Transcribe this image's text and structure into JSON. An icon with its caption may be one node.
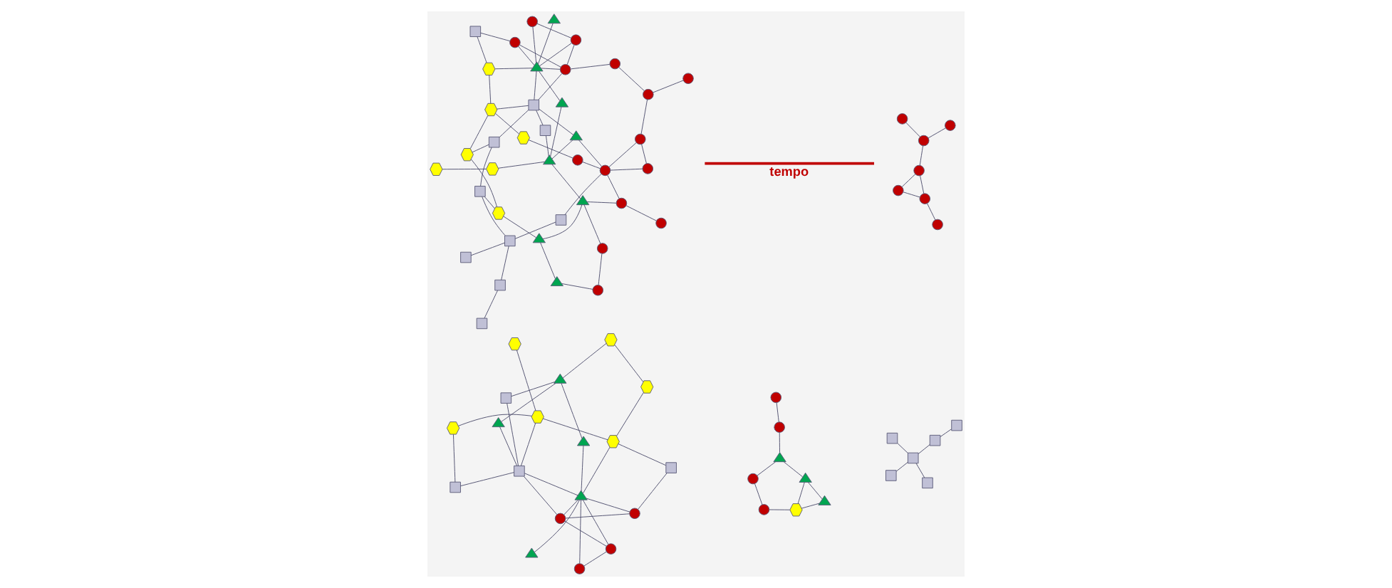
{
  "diagram": {
    "nodes": [
      {
        "text": [],
        "shape": "circle"
      },
      {
        "text": [],
        "shape": "circle"
      },
      {
        "text": [],
        "shape": "circle"
      },
      {
        "text": [],
        "shape": "circle"
      },
      {
        "text": [],
        "shape": "circle"
      },
      {
        "text": [],
        "shape": "circle"
      },
      {
        "text": [],
        "shape": "circle"
      },
      {
        "text": [],
        "shape": "box"
      },
      {
        "text": [],
        "shape": "box"
      },
      {
        "text": [],
        "shape": "box"
      },
      {
        "text": [],
        "shape": "box"
      },
      {
        "text": [],
        "shape": "box"
      },
      {
        "text": [],
        "shape": "box"
      },
      {
        "text": [],
        "shape": "triangle"
      },
      {
        "text": [],
        "shape": "hexagon"
      },
      {
        "text": [],
        "shape": "hexagon"
      },
      {
        "text": [],
        "shape": "hexagon"
      },
      {
        "text": [],
        "shape": "box"
      },
      {
        "text": [],
        "shape": "box"
      },
      {
        "text": [],
        "shape": "circle"
      },
      {
        "text": [],
        "shape": "circle"
      },
      {
        "text": [],
        "shape": "circle"
      },
      {
        "text": [],
        "shape": "circle"
      },
      {
        "text": [],
        "shape": "box"
      },
      {
        "text": [],
        "shape": "triangle"
      },
      {
        "text": [],
        "shape": "triangle"
      },
      {
        "text": [],
        "shape": "hexagon"
      },
      {
        "text": [],
        "shape": "hexagon"
      },
      {
        "text": [],
        "shape": "hexagon"
      },
      {
        "text": [],
        "shape": "box"
      },
      {
        "text": [],
        "shape": "triangle"
      },
      {
        "text": [],
        "shape": "triangle"
      },
      {
        "text": [],
        "shape": "circle"
      },
      {
        "text": [],
        "shape": "circle"
      },
      {
        "text": [],
        "shape": "circle"
      },
      {
        "text": [],
        "shape": "circle"
      },
      {
        "text": [],
        "shape": "hexagon"
      },
      {
        "text": [],
        "shape": "triangle"
      },
      {
        "text": [],
        "shape": "triangle"
      },
      {
        "text": [],
        "shape": "triangle"
      },
      {
        "text": [],
        "shape": "box"
      },
      {
        "text": [],
        "shape": "box"
      },
      {
        "text": [],
        "shape": "circle"
      },
      {
        "text": [],
        "shape": "box"
      },
      {
        "text": [],
        "shape": "circle"
      },
      {
        "text": [],
        "shape": "box"
      },
      {
        "text": [],
        "shape": "circle"
      },
      {
        "text": [],
        "shape": "circle"
      },
      {
        "text": [],
        "shape": "circle"
      },
      {
        "text": [],
        "shape": "circle"
      },
      {
        "text": [],
        "shape": "box"
      },
      {
        "text": [],
        "shape": "hexagon"
      },
      {
        "text": [],
        "shape": "hexagon"
      },
      {
        "text": [],
        "shape": "circle"
      },
      {
        "text": [],
        "shape": "triangle"
      },
      {
        "text": [],
        "shape": "hexagon"
      },
      {
        "text": [],
        "shape": "box"
      },
      {
        "text": [],
        "shape": "circle"
      },
      {
        "text": [],
        "shape": "box"
      },
      {
        "text": [],
        "shape": "box"
      },
      {
        "text": [],
        "shape": "circle"
      },
      {
        "text": [],
        "shape": "circle"
      },
      {
        "text": [],
        "shape": "box"
      },
      {
        "text": [],
        "shape": "circle"
      },
      {
        "text": [],
        "shape": "circle"
      },
      {
        "text": [],
        "shape": "circle"
      },
      {
        "text": [],
        "shape": "circle"
      },
      {
        "text": [],
        "shape": "hexagon"
      },
      {
        "text": [],
        "shape": "hexagon"
      },
      {
        "text": [],
        "shape": "triangle"
      },
      {
        "text": [],
        "shape": "triangle"
      },
      {
        "text": [],
        "shape": "circle"
      },
      {
        "text": [],
        "shape": "hexagon"
      },
      {
        "text": [],
        "shape": "box"
      },
      {
        "text": [],
        "shape": "hexagon"
      },
      {
        "text": [],
        "shape": "triangle"
      },
      {
        "text": [],
        "shape": "triangle"
      },
      {
        "text": [],
        "shape": "triangle"
      },
      {
        "text": [],
        "shape": "triangle"
      },
      {
        "text": [],
        "shape": "triangle"
      }
    ],
    "edges": [
      {
        "from": 0,
        "to": 1,
        "arrow": "none"
      },
      {
        "from": 0,
        "to": 2,
        "arrow": "none"
      },
      {
        "from": 2,
        "to": 1,
        "arrow": "none"
      },
      {
        "from": 1,
        "to": 6,
        "arrow": "none"
      },
      {
        "from": 2,
        "to": 4,
        "arrow": "none"
      },
      {
        "from": 3,
        "to": 4,
        "arrow": "none"
      },
      {
        "from": 4,
        "to": 5,
        "arrow": "none"
      },
      {
        "from": 7,
        "to": 8,
        "arrow": "none"
      },
      {
        "from": 8,
        "to": 9,
        "arrow": "none"
      },
      {
        "from": 8,
        "to": 10,
        "arrow": "none"
      },
      {
        "from": 10,
        "to": 11,
        "arrow": "none"
      },
      {
        "from": 8,
        "to": 12,
        "arrow": "none"
      },
      {
        "from": 13,
        "to": 31,
        "arrow": "none"
      },
      {
        "from": 13,
        "to": 17,
        "arrow": "none"
      },
      {
        "from": 17,
        "to": 16,
        "arrow": "none"
      },
      {
        "from": 16,
        "to": 14,
        "arrow": "none"
      },
      {
        "from": 16,
        "to": 15,
        "arrow": "none"
      },
      {
        "from": 15,
        "to": 18,
        "arrow": "none"
      },
      {
        "from": 19,
        "to": 17,
        "arrow": "none"
      },
      {
        "from": 17,
        "to": 18,
        "arrow": "none"
      },
      {
        "from": 17,
        "to": 29,
        "arrow": "none"
      },
      {
        "from": 29,
        "to": 31,
        "arrow": "none"
      },
      {
        "from": 16,
        "to": 26,
        "arrow": "none"
      },
      {
        "from": 25,
        "to": 22,
        "arrow": "none"
      },
      {
        "from": 25,
        "to": 20,
        "arrow": "none"
      },
      {
        "from": 25,
        "to": 19,
        "arrow": "none"
      },
      {
        "from": 25,
        "to": 21,
        "arrow": "none"
      },
      {
        "from": 25,
        "to": 17,
        "arrow": "none"
      },
      {
        "from": 25,
        "to": 26,
        "arrow": "none"
      },
      {
        "from": 24,
        "to": 25,
        "arrow": "none"
      },
      {
        "from": 22,
        "to": 20,
        "arrow": "none"
      },
      {
        "from": 20,
        "to": 19,
        "arrow": "none"
      },
      {
        "from": 19,
        "to": 21,
        "arrow": "none"
      },
      {
        "from": 21,
        "to": 23,
        "arrow": "none"
      },
      {
        "from": 23,
        "to": 26,
        "arrow": "none"
      },
      {
        "from": 25,
        "to": 30,
        "arrow": "none"
      },
      {
        "from": 30,
        "to": 31,
        "arrow": "none"
      },
      {
        "from": 26,
        "to": 27,
        "arrow": "none"
      },
      {
        "from": 27,
        "to": 28,
        "arrow": "none"
      },
      {
        "from": 28,
        "to": 31,
        "arrow": "none"
      },
      {
        "from": 32,
        "to": 33,
        "arrow": "none"
      },
      {
        "from": 33,
        "to": 37,
        "arrow": "none"
      },
      {
        "from": 35,
        "to": 34,
        "arrow": "none"
      },
      {
        "from": 34,
        "to": 36,
        "arrow": "none"
      },
      {
        "from": 35,
        "to": 37,
        "arrow": "none"
      },
      {
        "from": 37,
        "to": 38,
        "arrow": "none"
      },
      {
        "from": 38,
        "to": 36,
        "arrow": "none"
      },
      {
        "from": 38,
        "to": 39,
        "arrow": "none"
      },
      {
        "from": 36,
        "to": 39,
        "arrow": "none"
      },
      {
        "from": 44,
        "to": 42,
        "arrow": "none"
      },
      {
        "from": 44,
        "to": 46,
        "arrow": "none"
      },
      {
        "from": 46,
        "to": 42,
        "arrow": "none"
      },
      {
        "from": 47,
        "to": 49,
        "arrow": "none"
      },
      {
        "from": 49,
        "to": 46,
        "arrow": "none"
      },
      {
        "from": 49,
        "to": 53,
        "arrow": "none"
      },
      {
        "from": 53,
        "to": 57,
        "arrow": "none"
      },
      {
        "from": 42,
        "to": 45,
        "arrow": "none"
      },
      {
        "from": 42,
        "to": 48,
        "arrow": "none"
      },
      {
        "from": 48,
        "to": 51,
        "arrow": "none"
      },
      {
        "from": 42,
        "to": 54,
        "arrow": "none"
      },
      {
        "from": 42,
        "to": 64,
        "arrow": "none"
      },
      {
        "from": 40,
        "to": 41,
        "arrow": "none"
      },
      {
        "from": 41,
        "to": 45,
        "arrow": "none"
      },
      {
        "from": 41,
        "to": 43,
        "arrow": "none"
      },
      {
        "from": 43,
        "to": 50,
        "arrow": "none"
      },
      {
        "from": 41,
        "to": 56,
        "arrow": "none"
      },
      {
        "from": 51,
        "to": 55,
        "arrow": "none"
      },
      {
        "from": 55,
        "to": 58,
        "arrow": "none"
      },
      {
        "from": 55,
        "to": 67,
        "arrow": "none"
      },
      {
        "from": 55,
        "to": 52,
        "arrow": "none"
      },
      {
        "from": 52,
        "to": 59,
        "arrow": "none"
      },
      {
        "from": 52,
        "to": 68,
        "arrow": "none"
      },
      {
        "from": 56,
        "to": 59,
        "arrow": "none"
      },
      {
        "from": 56,
        "to": 68,
        "arrow": "none"
      },
      {
        "from": 54,
        "to": 58,
        "arrow": "none"
      },
      {
        "from": 54,
        "to": 79,
        "arrow": "none"
      },
      {
        "from": 57,
        "to": 58,
        "arrow": "none"
      },
      {
        "from": 58,
        "to": 59,
        "arrow": "none"
      },
      {
        "from": 58,
        "to": 73,
        "arrow": "none"
      },
      {
        "from": 73,
        "to": 79,
        "arrow": "none"
      },
      {
        "from": 57,
        "to": 61,
        "arrow": "none"
      },
      {
        "from": 61,
        "to": 62,
        "arrow": "none"
      },
      {
        "from": 62,
        "to": 67,
        "arrow": "none"
      },
      {
        "from": 70,
        "to": 63,
        "arrow": "none"
      },
      {
        "from": 70,
        "to": 60,
        "arrow": "none"
      },
      {
        "from": 70,
        "to": 57,
        "arrow": "none"
      },
      {
        "from": 70,
        "to": 61,
        "arrow": "none"
      },
      {
        "from": 70,
        "to": 58,
        "arrow": "none"
      },
      {
        "from": 70,
        "to": 67,
        "arrow": "none"
      },
      {
        "from": 60,
        "to": 57,
        "arrow": "none"
      },
      {
        "from": 63,
        "to": 60,
        "arrow": "none"
      },
      {
        "from": 69,
        "to": 70,
        "arrow": "none"
      },
      {
        "from": 70,
        "to": 78,
        "arrow": "none"
      },
      {
        "from": 78,
        "to": 79,
        "arrow": "none"
      },
      {
        "from": 79,
        "to": 76,
        "arrow": "none"
      },
      {
        "from": 76,
        "to": 75,
        "arrow": "none"
      },
      {
        "from": 75,
        "to": 77,
        "arrow": "none"
      },
      {
        "from": 79,
        "to": 74,
        "arrow": "none"
      },
      {
        "from": 74,
        "to": 72,
        "arrow": "none"
      },
      {
        "from": 66,
        "to": 64,
        "arrow": "none"
      },
      {
        "from": 64,
        "to": 76,
        "arrow": "none"
      },
      {
        "from": 71,
        "to": 65,
        "arrow": "none"
      },
      {
        "from": 65,
        "to": 77,
        "arrow": "none"
      },
      {
        "from": 75,
        "to": 68,
        "arrow": "none"
      },
      {
        "from": 71,
        "to": 76,
        "arrow": "none"
      }
    ],
    "labels": [
      "tempo"
    ]
  }
}
